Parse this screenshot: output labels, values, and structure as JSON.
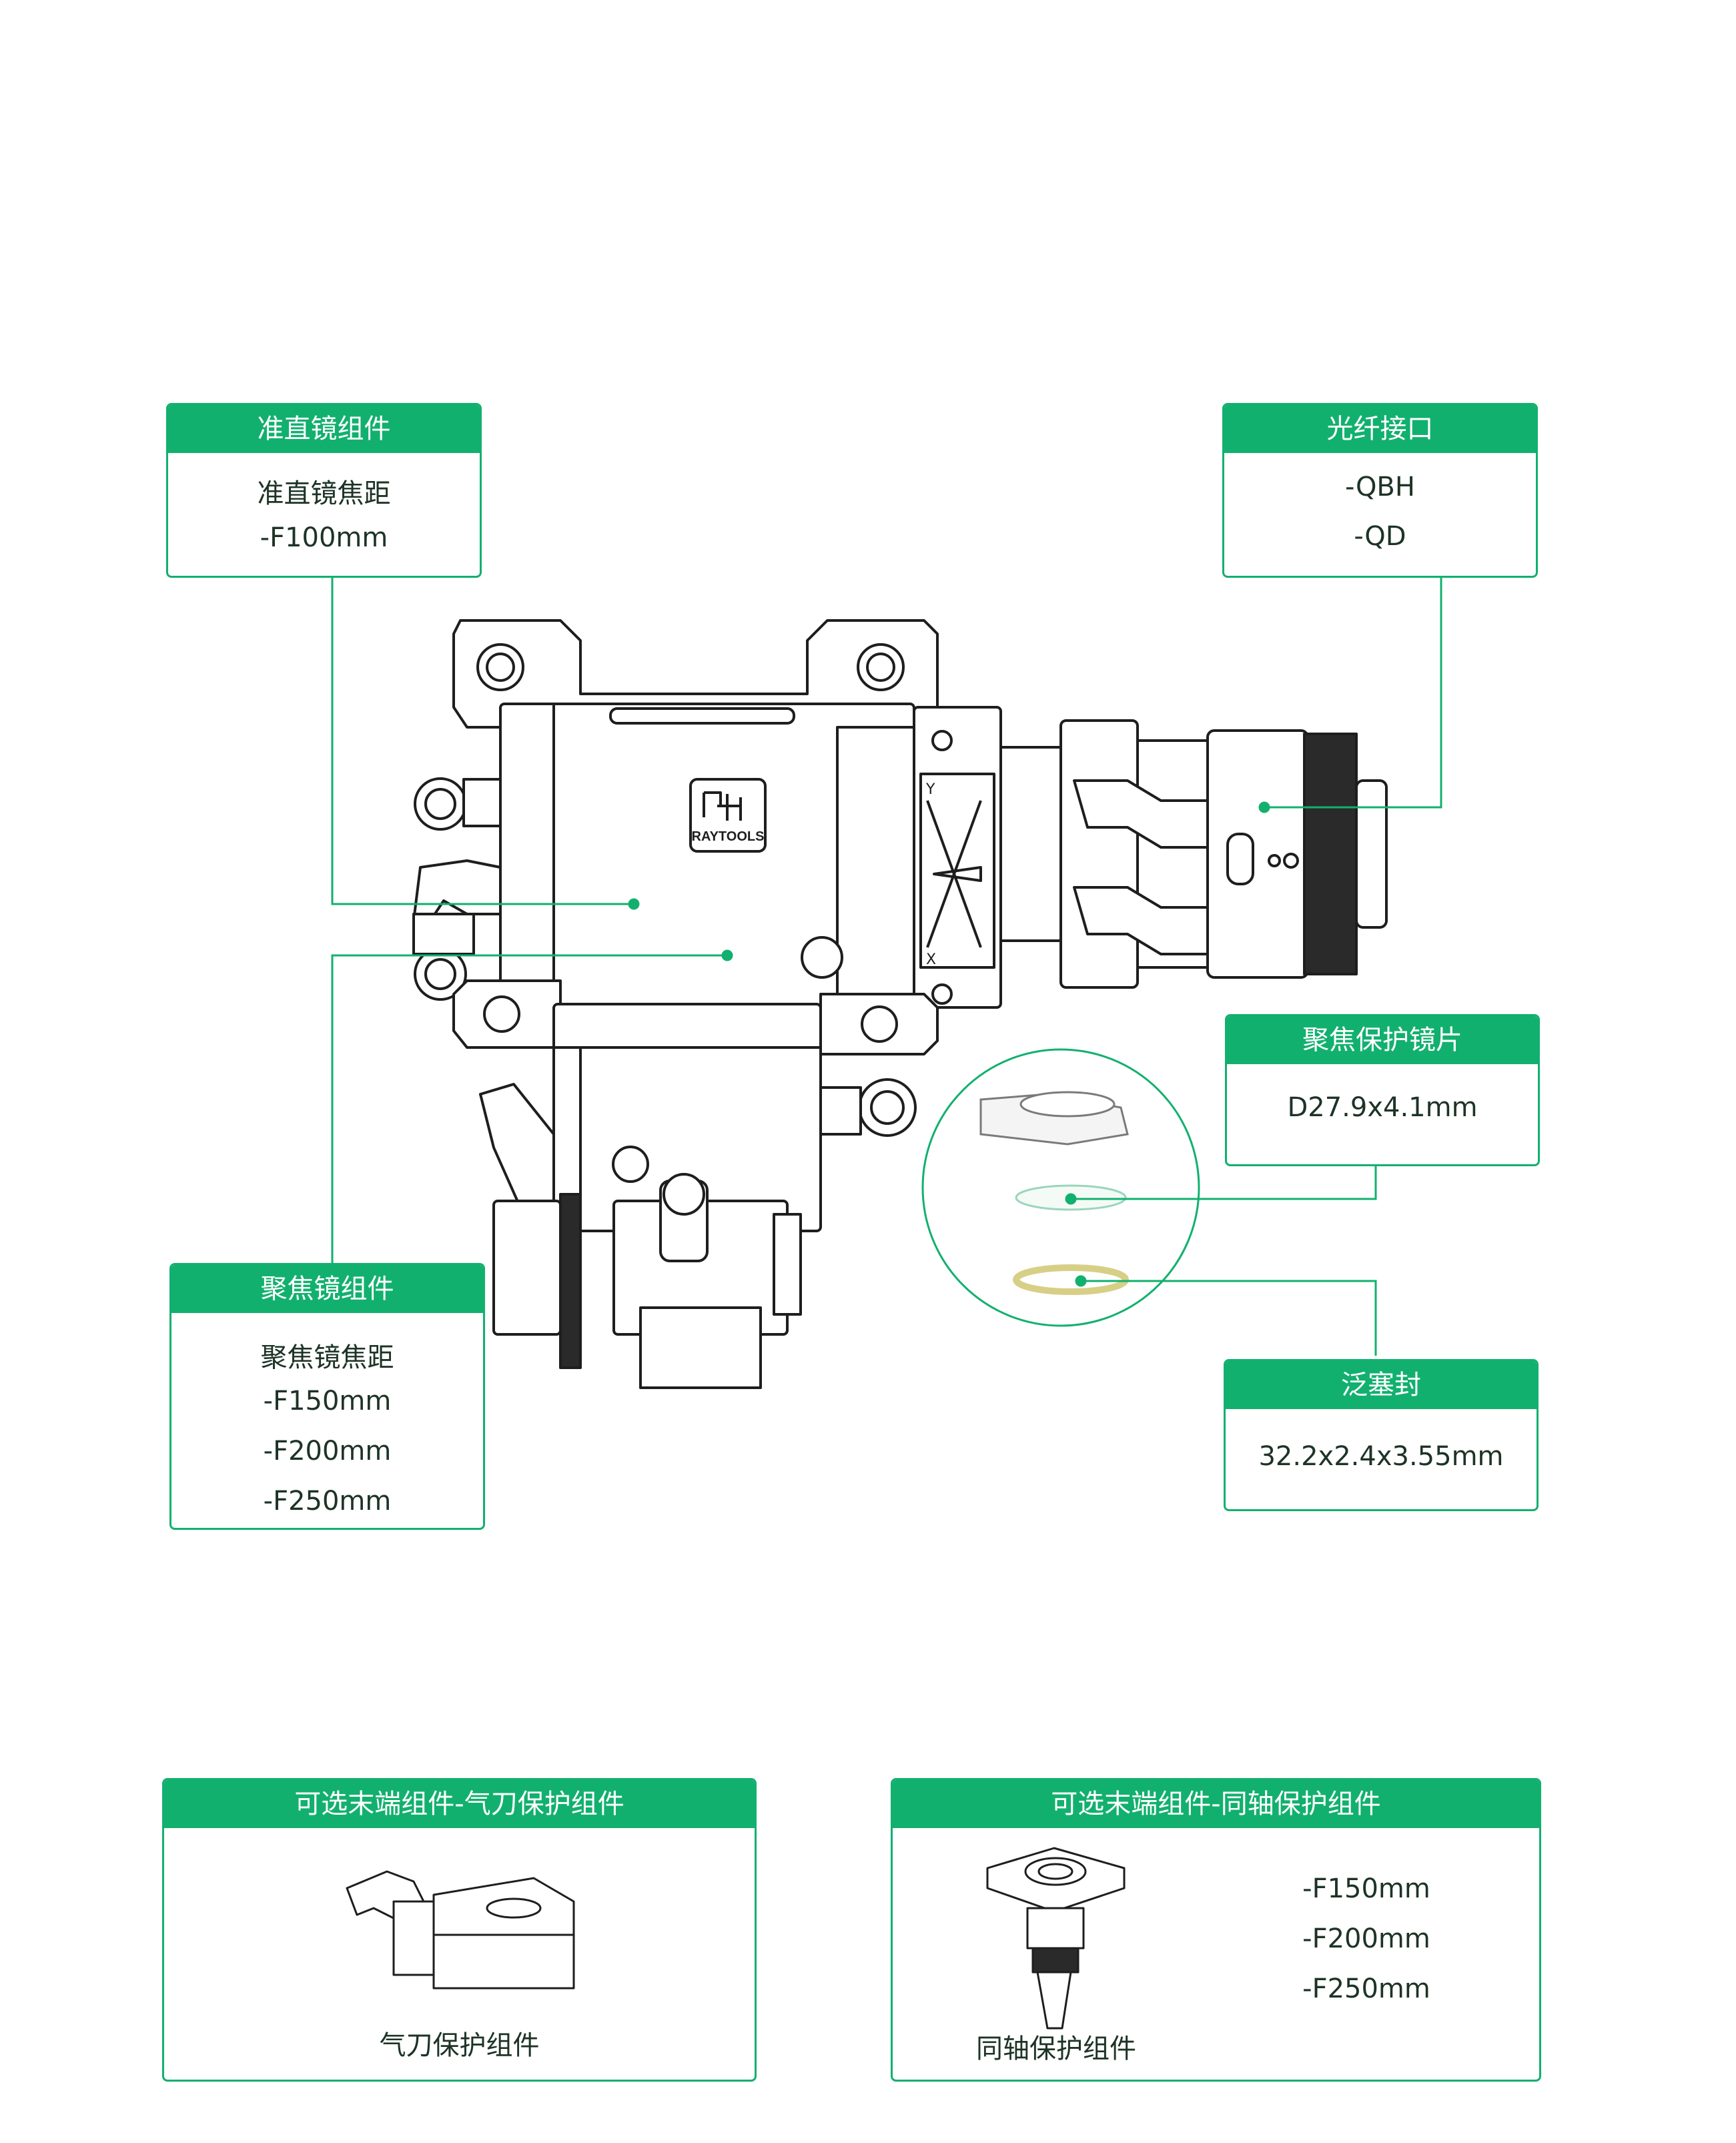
{
  "colors": {
    "accent": "#12b06e",
    "line": "#1e1e1e",
    "text": "#1d3326",
    "ring": "#d8cf86"
  },
  "brand_logo": "RAYTOOLS",
  "axis_marks": {
    "y": "Y",
    "x": "X"
  },
  "callouts": {
    "collimator": {
      "title": "准直镜组件",
      "lines": [
        "准直镜焦距",
        "-F100mm"
      ]
    },
    "fiber": {
      "title": "光纤接口",
      "lines": [
        "-QBH",
        "-QD"
      ]
    },
    "protective_lens": {
      "title": "聚焦保护镜片",
      "lines": [
        "D27.9x4.1mm"
      ]
    },
    "focus": {
      "title": "聚焦镜组件",
      "lines": [
        "聚焦镜焦距",
        "-F150mm",
        "-F200mm",
        "-F250mm"
      ]
    },
    "seal": {
      "title": "泛塞封",
      "lines": [
        "32.2x2.4x3.55mm"
      ]
    }
  },
  "options": {
    "air_knife": {
      "title": "可选末端组件-气刀保护组件",
      "caption": "气刀保护组件"
    },
    "coaxial": {
      "title": "可选末端组件-同轴保护组件",
      "caption": "同轴保护组件",
      "lines": [
        "-F150mm",
        "-F200mm",
        "-F250mm"
      ]
    }
  }
}
